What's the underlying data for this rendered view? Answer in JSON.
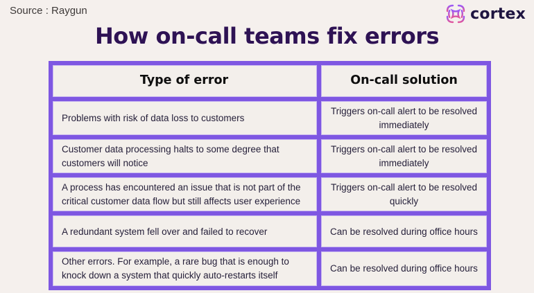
{
  "header": {
    "source_label": "Source : Raygun",
    "brand_name": "cortex"
  },
  "title": "How on-call teams fix errors",
  "chart_data": {
    "type": "table",
    "title": "How on-call teams fix errors",
    "source": "Raygun",
    "columns": [
      "Type of error",
      "On-call solution"
    ],
    "rows": [
      [
        "Problems with risk of data loss to customers",
        "Triggers on-call alert to be resolved immediately"
      ],
      [
        "Customer data processing halts to some degree that customers will notice",
        "Triggers on-call alert to be resolved immediately"
      ],
      [
        "A process has encountered an issue that is not part of the critical customer data flow but still affects user experience",
        "Triggers on-call alert to be resolved quickly"
      ],
      [
        "A redundant system fell over and failed to recover",
        "Can be resolved during office hours"
      ],
      [
        "Other errors. For example, a rare bug that is enough to knock down a system that quickly auto-restarts itself",
        "Can be resolved during office hours"
      ]
    ],
    "layout": {
      "header_row": true,
      "grid": true,
      "column_split": "60/40"
    }
  },
  "colors": {
    "background": "#f5f0ed",
    "table_border": "#7e57e2",
    "cell_border_light": "#c9b8f0",
    "cell_background": "#f3efeb",
    "title_text": "#2e1254",
    "body_text": "#26203a",
    "header_text": "#0d0d0d",
    "source_text": "#3e3a39",
    "brand_text": "#1e1440",
    "logo_gradient_start": "#9b59f6",
    "logo_gradient_end": "#e1559b"
  }
}
